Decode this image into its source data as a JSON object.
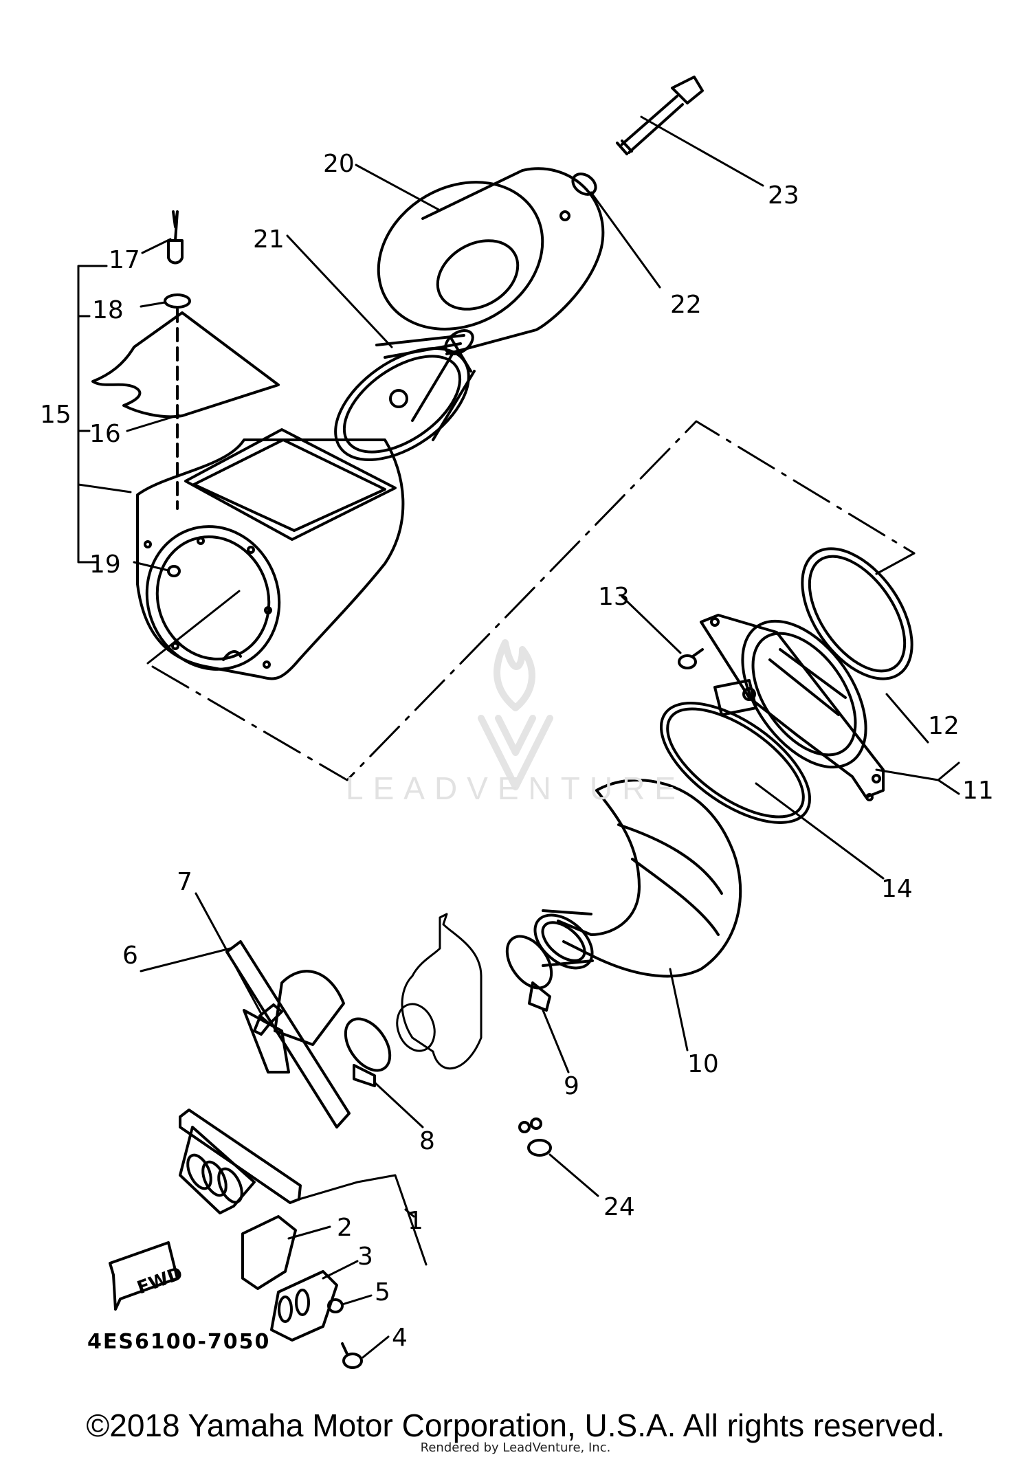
{
  "diagram": {
    "drawing_code": "4ES6100-7050",
    "direction_label": "FWD",
    "watermark": "LEADVENTURE",
    "copyright": "©2018 Yamaha Motor Corporation, U.S.A. All rights reserved.",
    "rendered_by": "Rendered by LeadVenture, Inc.",
    "callouts": [
      "1",
      "2",
      "3",
      "4",
      "5",
      "6",
      "7",
      "8",
      "9",
      "10",
      "11",
      "12",
      "13",
      "14",
      "15",
      "16",
      "17",
      "18",
      "19",
      "20",
      "21",
      "22",
      "23",
      "24"
    ]
  }
}
